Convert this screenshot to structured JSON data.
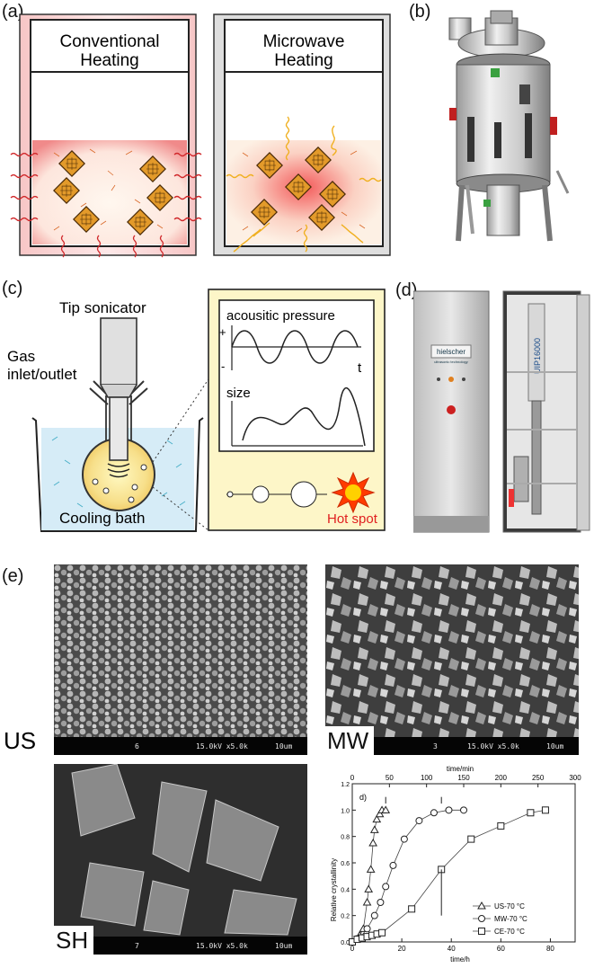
{
  "panels": {
    "a": {
      "label": "(a)",
      "conventional": "Conventional\nHeating",
      "conv_l1": "Conventional",
      "conv_l2": "Heating",
      "microwave_l1": "Microwave",
      "microwave_l2": "Heating"
    },
    "b": {
      "label": "(b)"
    },
    "c": {
      "label": "(c)",
      "tip": "Tip sonicator",
      "gas_l1": "Gas",
      "gas_l2": "inlet/outlet",
      "bath": "Cooling bath",
      "pressure": "acousitic pressure",
      "plus": "+",
      "minus": "-",
      "t": "t",
      "size": "size",
      "hotspot": "Hot spot"
    },
    "d": {
      "label": "(d)",
      "brand": "hielscher",
      "brand_sub": "ultrasonic technology",
      "device": "UIP16000"
    },
    "e": {
      "label": "(e)",
      "sem": [
        {
          "tag": "US",
          "num": "6",
          "info": "15.0kV x5.0k",
          "scale": "10um"
        },
        {
          "tag": "MW",
          "num": "3",
          "info": "15.0kV x5.0k",
          "scale": "10um"
        },
        {
          "tag": "SH",
          "num": "7",
          "info": "15.0kV x5.0k",
          "scale": "10um"
        }
      ]
    }
  },
  "colors": {
    "heat_red": "#e23a3a",
    "crystal": "#e39a2a",
    "microwave_wave": "#f0b020",
    "panel_yellow": "#fdf6c8",
    "bath_blue": "#d6ecf7",
    "hotspot": "#ff3b00"
  },
  "chart_data": {
    "type": "scatter",
    "panel_tag": "d)",
    "xlabel": "time/h",
    "x2label": "time/min",
    "ylabel": "Relative crystallinity",
    "xlim": [
      0,
      90
    ],
    "x2lim": [
      0,
      300
    ],
    "ylim": [
      0,
      1.2
    ],
    "xticks": [
      "0",
      "20",
      "40",
      "60",
      "80"
    ],
    "x2ticks": [
      "0",
      "50",
      "100",
      "150",
      "200",
      "250",
      "300"
    ],
    "yticks": [
      "0.0",
      "0.2",
      "0.4",
      "0.6",
      "0.8",
      "1.0",
      "1.2"
    ],
    "legend_position": "lower-right",
    "series": [
      {
        "name": "US-70 °C",
        "marker": "triangle",
        "axis": "top",
        "x": [
          5,
          10,
          15,
          20,
          22,
          25,
          28,
          30,
          33,
          37,
          40,
          45
        ],
        "y": [
          0.02,
          0.05,
          0.1,
          0.3,
          0.4,
          0.55,
          0.75,
          0.85,
          0.93,
          0.97,
          1.0,
          1.0
        ]
      },
      {
        "name": "MW-70 °C",
        "marker": "circle",
        "axis": "top",
        "x": [
          10,
          20,
          30,
          38,
          45,
          55,
          70,
          90,
          110,
          130,
          150
        ],
        "y": [
          0.03,
          0.1,
          0.2,
          0.3,
          0.42,
          0.58,
          0.78,
          0.92,
          0.98,
          1.0,
          1.0
        ]
      },
      {
        "name": "CE-70 °C",
        "marker": "square",
        "axis": "bottom",
        "x": [
          0,
          2,
          4,
          6,
          8,
          10,
          12,
          24,
          36,
          48,
          60,
          72,
          78
        ],
        "y": [
          0.0,
          0.02,
          0.03,
          0.04,
          0.05,
          0.06,
          0.07,
          0.25,
          0.55,
          0.78,
          0.88,
          0.98,
          1.0
        ]
      }
    ]
  }
}
